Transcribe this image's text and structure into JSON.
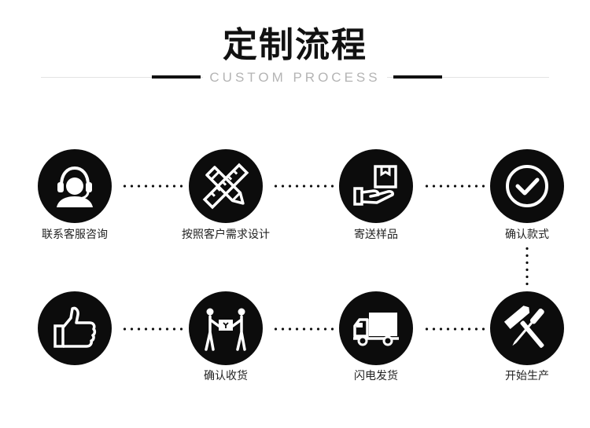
{
  "header": {
    "title": "定制流程",
    "subtitle": "CUSTOM PROCESS"
  },
  "steps": [
    {
      "label": "联系客服咨询",
      "icon": "headset-icon"
    },
    {
      "label": "按照客户需求设计",
      "icon": "ruler-pencil-icon"
    },
    {
      "label": "寄送样品",
      "icon": "hand-box-icon"
    },
    {
      "label": "确认款式",
      "icon": "checkmark-icon"
    },
    {
      "label": "开始生产",
      "icon": "hammer-screwdriver-icon"
    },
    {
      "label": "闪电发货",
      "icon": "delivery-truck-icon"
    },
    {
      "label": "确认收货",
      "icon": "people-handover-icon"
    },
    {
      "label": "",
      "icon": "thumbs-up-icon"
    }
  ],
  "colors": {
    "circle": "#0c0c0c",
    "text": "#222222",
    "subtitle": "#b4b4b4"
  }
}
